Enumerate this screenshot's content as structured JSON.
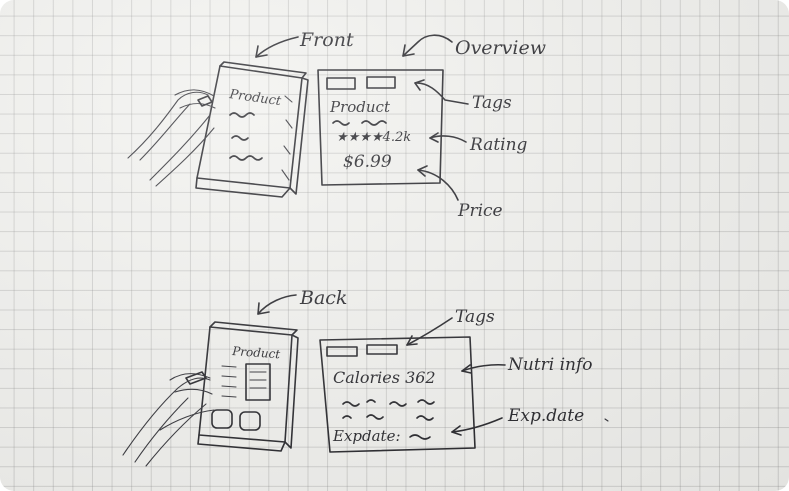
{
  "front": {
    "title": "Front",
    "product_label": "Product"
  },
  "overview": {
    "title": "Overview",
    "product_label": "Product",
    "rating": "★★★★4.2k",
    "price": "$6.99",
    "callouts": {
      "tags": "Tags",
      "rating": "Rating",
      "price": "Price"
    }
  },
  "back": {
    "title": "Back",
    "product_label": "Product"
  },
  "back_card": {
    "calories": "Calories 362",
    "exp_date": "Expdate:",
    "callouts": {
      "tags": "Tags",
      "nutri_info": "Nutri info",
      "exp_date": "Exp.date"
    }
  }
}
